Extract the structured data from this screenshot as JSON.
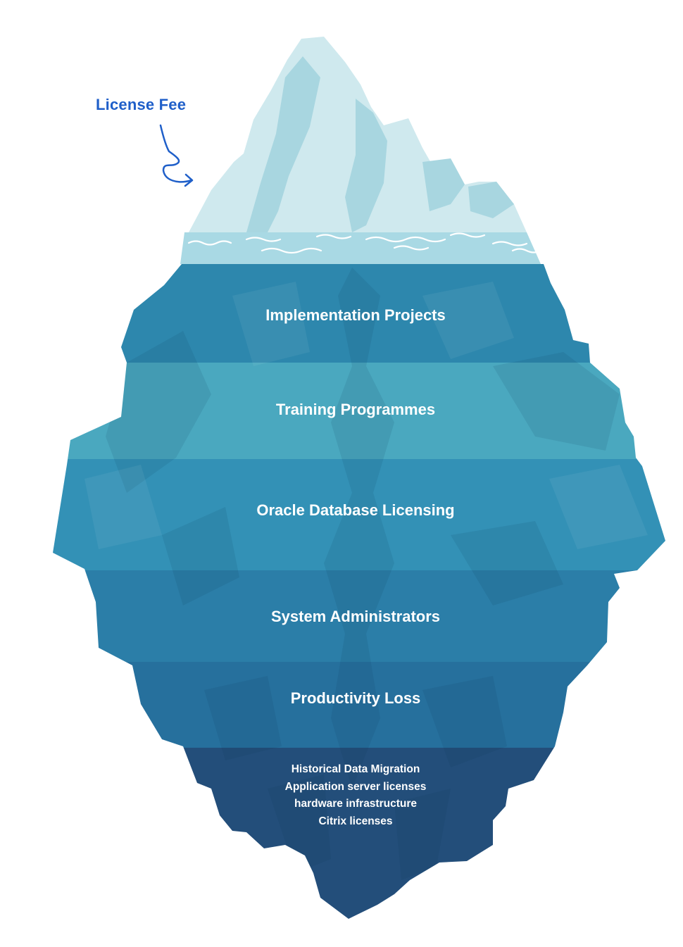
{
  "callout": {
    "label": "License Fee",
    "color": "#1f5fc9"
  },
  "layers": [
    {
      "label": "Implementation Projects",
      "color": "#2d87ad"
    },
    {
      "label": "Training Programmes",
      "color": "#4aa8bf"
    },
    {
      "label": "Oracle Database Licensing",
      "color": "#3391b6"
    },
    {
      "label": "System Administrators",
      "color": "#2b7ea8"
    },
    {
      "label": "Productivity Loss",
      "color": "#26709d"
    }
  ],
  "bottom_layer": {
    "color": "#234e7a",
    "items": [
      "Historical Data Migration",
      "Application server licenses",
      "hardware infrastructure",
      "Citrix licenses"
    ]
  },
  "colors": {
    "ice_tip": "#cfe9ee",
    "ice_tip_shadow": "#a8d6e0",
    "waterline": "#a9d9e4"
  }
}
